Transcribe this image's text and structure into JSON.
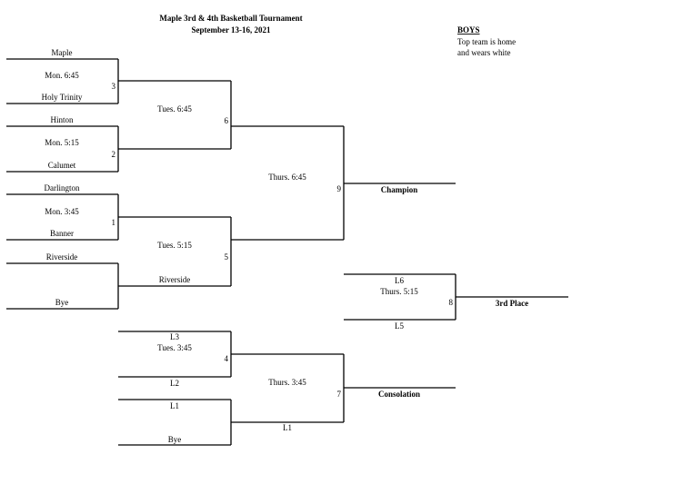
{
  "header": {
    "title": "Maple 3rd &  4th Basketball Tournament",
    "dates": "September 13-16, 2021"
  },
  "division": {
    "label": "BOYS",
    "note_line1": "Top team is home",
    "note_line2": "and wears white"
  },
  "teams": {
    "maple": "Maple",
    "holy_trinity": "Holy Trinity",
    "hinton": "Hinton",
    "calumet": "Calumet",
    "darlington": "Darlington",
    "banner": "Banner",
    "riverside": "Riverside",
    "bye_1": "Bye",
    "riverside_advanced": "Riverside",
    "bye_2": "Bye"
  },
  "games": {
    "g1": {
      "number": "1",
      "time": "Mon. 3:45"
    },
    "g2": {
      "number": "2",
      "time": "Mon. 5:15"
    },
    "g3": {
      "number": "3",
      "time": "Mon. 6:45"
    },
    "g4": {
      "number": "4",
      "time": "Tues.  3:45"
    },
    "g5": {
      "number": "5",
      "time": "Tues. 5:15"
    },
    "g6": {
      "number": "6",
      "time": "Tues. 6:45"
    },
    "g7": {
      "number": "7",
      "time": "Thurs. 3:45"
    },
    "g8": {
      "number": "8",
      "time": "Thurs. 5:15"
    },
    "g9": {
      "number": "9",
      "time": "Thurs. 6:45"
    }
  },
  "slots": {
    "l3": "L3",
    "l2": "L2",
    "l1_top": "L1",
    "bye_cons": "Bye",
    "l1_cons": "L1",
    "l6": "L6",
    "l5": "L5"
  },
  "results": {
    "champion": "Champion",
    "third_place": "3rd Place",
    "consolation": "Consolation"
  }
}
